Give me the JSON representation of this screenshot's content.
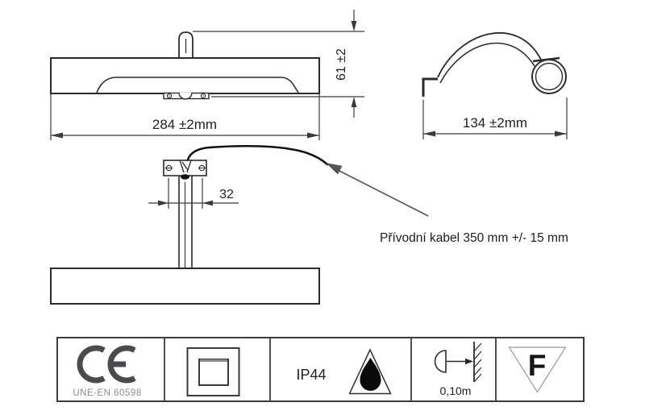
{
  "views": {
    "front": {
      "width_dim": "284 ±2mm",
      "height_dim": "61 ±2"
    },
    "side": {
      "width_dim": "134 ±2mm"
    },
    "mounting": {
      "hole_spacing_dim": "32"
    },
    "cable_note": "Přívodní kabel 350 mm +/- 15 mm"
  },
  "certifications": {
    "ce_standard": "UNE-EN 60598",
    "ip_rating": "IP44",
    "wall_distance": "0,10m",
    "f_symbol": "F"
  },
  "icons": [
    {
      "name": "ce-mark-icon",
      "meaning": "CE conformity mark"
    },
    {
      "name": "class-ii-double-square-icon",
      "meaning": "double insulation"
    },
    {
      "name": "water-drop-triangle-icon",
      "meaning": "splash protection"
    },
    {
      "name": "lamp-wall-distance-icon",
      "meaning": "minimum distance to lit surface"
    },
    {
      "name": "f-triangle-icon",
      "meaning": "F mark triangle"
    }
  ],
  "colors": {
    "line": "#2b2b2b",
    "dim_line": "#3a3a3a",
    "cable": "#111111",
    "leader": "#555555",
    "ce_gray": "#4b4b4d",
    "muted_text": "#8e8e8e",
    "background": "#ffffff"
  }
}
